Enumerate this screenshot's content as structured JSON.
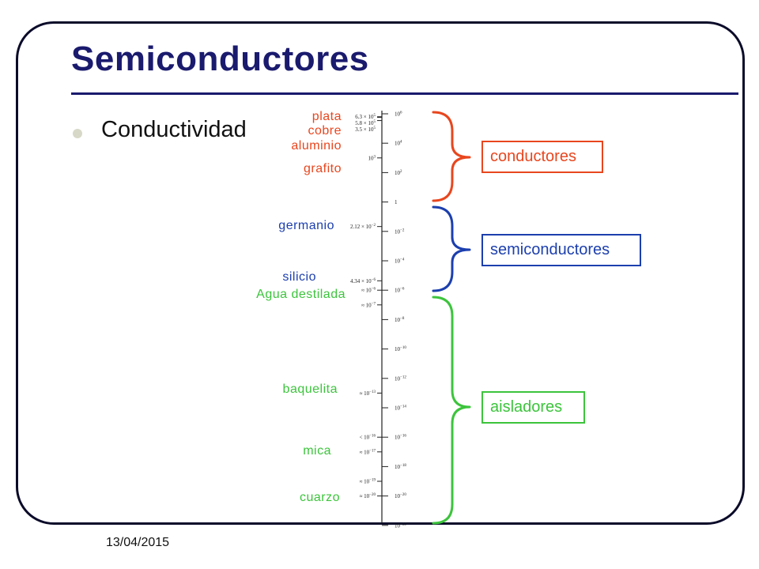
{
  "slide": {
    "title": "Semiconductores",
    "bullet": "Conductividad",
    "date": "13/04/2015"
  },
  "colors": {
    "title": "#1a1a6e",
    "conductor": "#e8461e",
    "semiconductor": "#1c3fae",
    "insulator": "#3cc43c",
    "frame": "#0b0b2a"
  },
  "scale": {
    "ticks": [
      {
        "value": "6",
        "base": "10",
        "exp": "6",
        "major": true
      },
      {
        "value": "4",
        "base": "10",
        "exp": "4",
        "major": true
      },
      {
        "value": "2",
        "base": "10",
        "exp": "2",
        "major": true
      },
      {
        "value": "0",
        "base": "1",
        "exp": "",
        "major": true
      },
      {
        "value": "-2",
        "base": "10",
        "exp": "−2",
        "major": true
      },
      {
        "value": "-4",
        "base": "10",
        "exp": "−4",
        "major": true
      },
      {
        "value": "-6",
        "base": "10",
        "exp": "−6",
        "major": true
      },
      {
        "value": "-8",
        "base": "10",
        "exp": "−8",
        "major": true
      },
      {
        "value": "-10",
        "base": "10",
        "exp": "−10",
        "major": true
      },
      {
        "value": "-12",
        "base": "10",
        "exp": "−12",
        "major": true
      },
      {
        "value": "-14",
        "base": "10",
        "exp": "−14",
        "major": true
      },
      {
        "value": "-16",
        "base": "10",
        "exp": "−16",
        "major": true
      },
      {
        "value": "-18",
        "base": "10",
        "exp": "−18",
        "major": true
      },
      {
        "value": "-20",
        "base": "10",
        "exp": "−20",
        "major": true
      },
      {
        "value": "-22",
        "base": "10",
        "exp": "−22",
        "major": true
      }
    ],
    "markers": [
      {
        "value": "5.8",
        "text": "6.3 × 10",
        "exp": "5"
      },
      {
        "value": "5.76",
        "text": "5.8 × 10",
        "exp": "5"
      },
      {
        "value": "5.54",
        "text": "3.5 × 10",
        "exp": "5"
      },
      {
        "value": "3",
        "text": "10",
        "exp": "3"
      },
      {
        "value": "-1.67",
        "text": "2.12 × 10",
        "exp": "−2"
      },
      {
        "value": "-5.36",
        "text": "4.34 × 10",
        "exp": "−6"
      },
      {
        "value": "-6",
        "text": "≈ 10",
        "exp": "−6"
      },
      {
        "value": "-7",
        "text": "≈ 10",
        "exp": "−7"
      },
      {
        "value": "-13",
        "text": "≈ 10",
        "exp": "−13"
      },
      {
        "value": "-16",
        "text": "< 10",
        "exp": "−16"
      },
      {
        "value": "-17",
        "text": "≈ 10",
        "exp": "−17"
      },
      {
        "value": "-19",
        "text": "≈ 10",
        "exp": "−19"
      },
      {
        "value": "-20",
        "text": "≈ 10",
        "exp": "−20"
      }
    ]
  },
  "materials": [
    {
      "label": "plata",
      "group": "conductor"
    },
    {
      "label": "cobre",
      "group": "conductor"
    },
    {
      "label": "aluminio",
      "group": "conductor"
    },
    {
      "label": "grafito",
      "group": "conductor"
    },
    {
      "label": "germanio",
      "group": "semiconductor"
    },
    {
      "label": "silicio",
      "group": "semiconductor"
    },
    {
      "label": "Agua destilada",
      "group": "insulator"
    },
    {
      "label": "baquelita",
      "group": "insulator"
    },
    {
      "label": "mica",
      "group": "insulator"
    },
    {
      "label": "cuarzo",
      "group": "insulator"
    }
  ],
  "categories": {
    "conductores": "conductores",
    "semiconductores": "semiconductores",
    "aisladores": "aisladores"
  }
}
